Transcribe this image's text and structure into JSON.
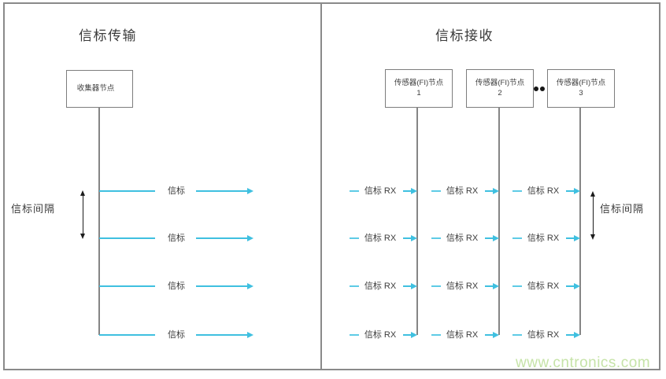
{
  "left_panel": {
    "title": "信标传输",
    "node_label": "收集器节点",
    "interval_label": "信标间隔",
    "beacon_label": "信标",
    "beacon_row_count": 4
  },
  "right_panel": {
    "title": "信标接收",
    "nodes": [
      {
        "label": "传感器(FI)节点",
        "number": "1"
      },
      {
        "label": "传感器(FI)节点",
        "number": "2"
      },
      {
        "label": "传感器(FI)节点",
        "number": "3"
      }
    ],
    "ellipsis_icon": "two-dots",
    "rx_label": "信标 RX",
    "interval_label": "信标间隔",
    "rx_row_count": 4
  },
  "watermark": "www.cntronics.com",
  "colors": {
    "accent_cyan": "#3fc0e0",
    "line_gray": "#8a8a8a",
    "text_dark": "#3c3c3c",
    "watermark_green": "#c6e3a8"
  }
}
